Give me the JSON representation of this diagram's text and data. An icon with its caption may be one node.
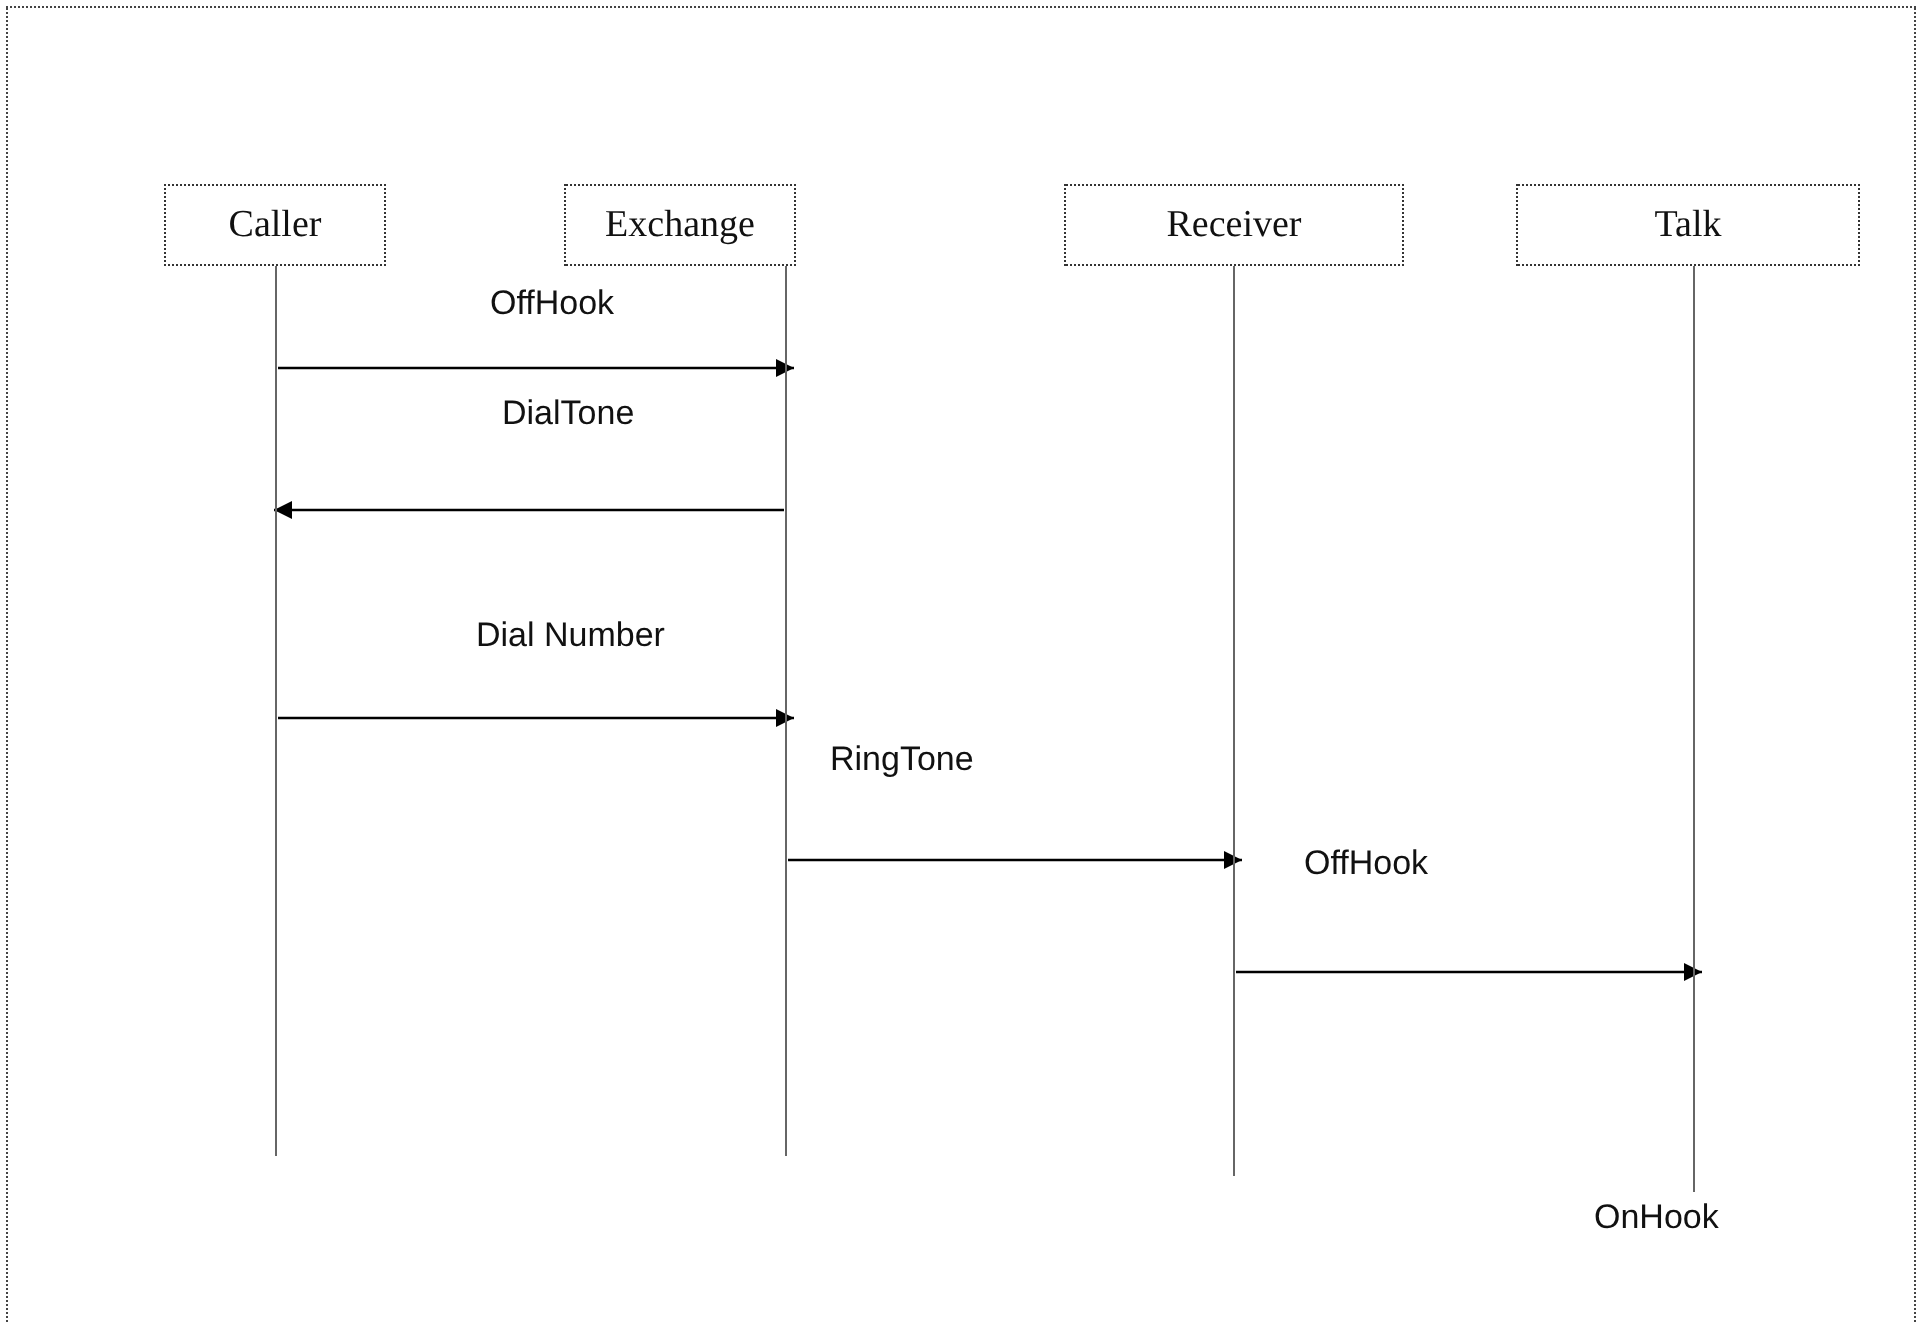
{
  "diagram": {
    "nodes": [
      {
        "text": [
          "Caller"
        ]
      },
      {
        "text": [
          "Exchange"
        ]
      },
      {
        "text": [
          "Receiver"
        ]
      },
      {
        "text": [
          "Talk"
        ]
      }
    ],
    "edges": [
      {
        "from": 0,
        "to": 1,
        "arrow": "to",
        "label": "OffHook"
      },
      {
        "from": 1,
        "to": 0,
        "arrow": "to",
        "label": "DialTone"
      },
      {
        "from": 0,
        "to": 1,
        "arrow": "to",
        "label": "Dial Number"
      },
      {
        "from": 1,
        "to": 2,
        "arrow": "to",
        "label": "RingTone"
      },
      {
        "from": 2,
        "to": 3,
        "arrow": "to",
        "label": "OffHook"
      }
    ],
    "labels": [
      "OnHook"
    ]
  }
}
